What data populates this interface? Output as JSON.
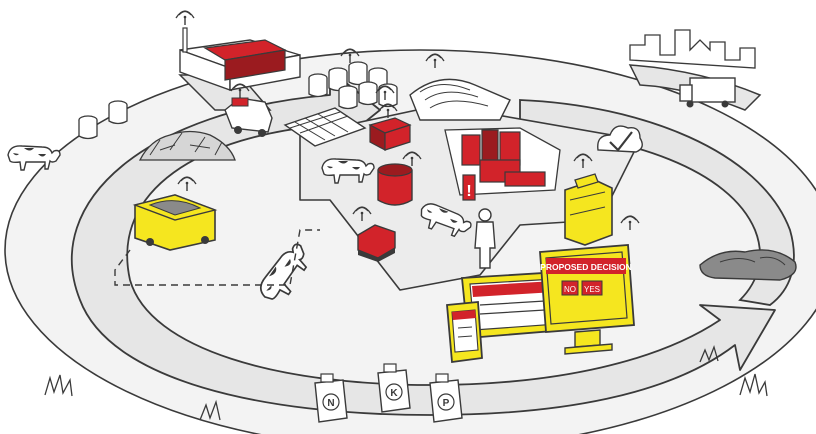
{
  "colors": {
    "ink": "#3a3a3a",
    "road": "#e6e6e6",
    "ground": "#f3f3f3",
    "red": "#d2232a",
    "dark_red": "#9b1b1f",
    "yellow": "#f5e61f",
    "white": "#ffffff"
  },
  "decision_panel": {
    "title": "PROPOSED DECISION",
    "no_label": "NO",
    "yes_label": "YES"
  },
  "fertilizer_cans": [
    {
      "letter": "N"
    },
    {
      "letter": "K"
    },
    {
      "letter": "P"
    }
  ],
  "icons": {
    "signal": "wifi-signal-icon",
    "check": "checkmark-cloud-icon",
    "warning": "exclamation-icon"
  }
}
